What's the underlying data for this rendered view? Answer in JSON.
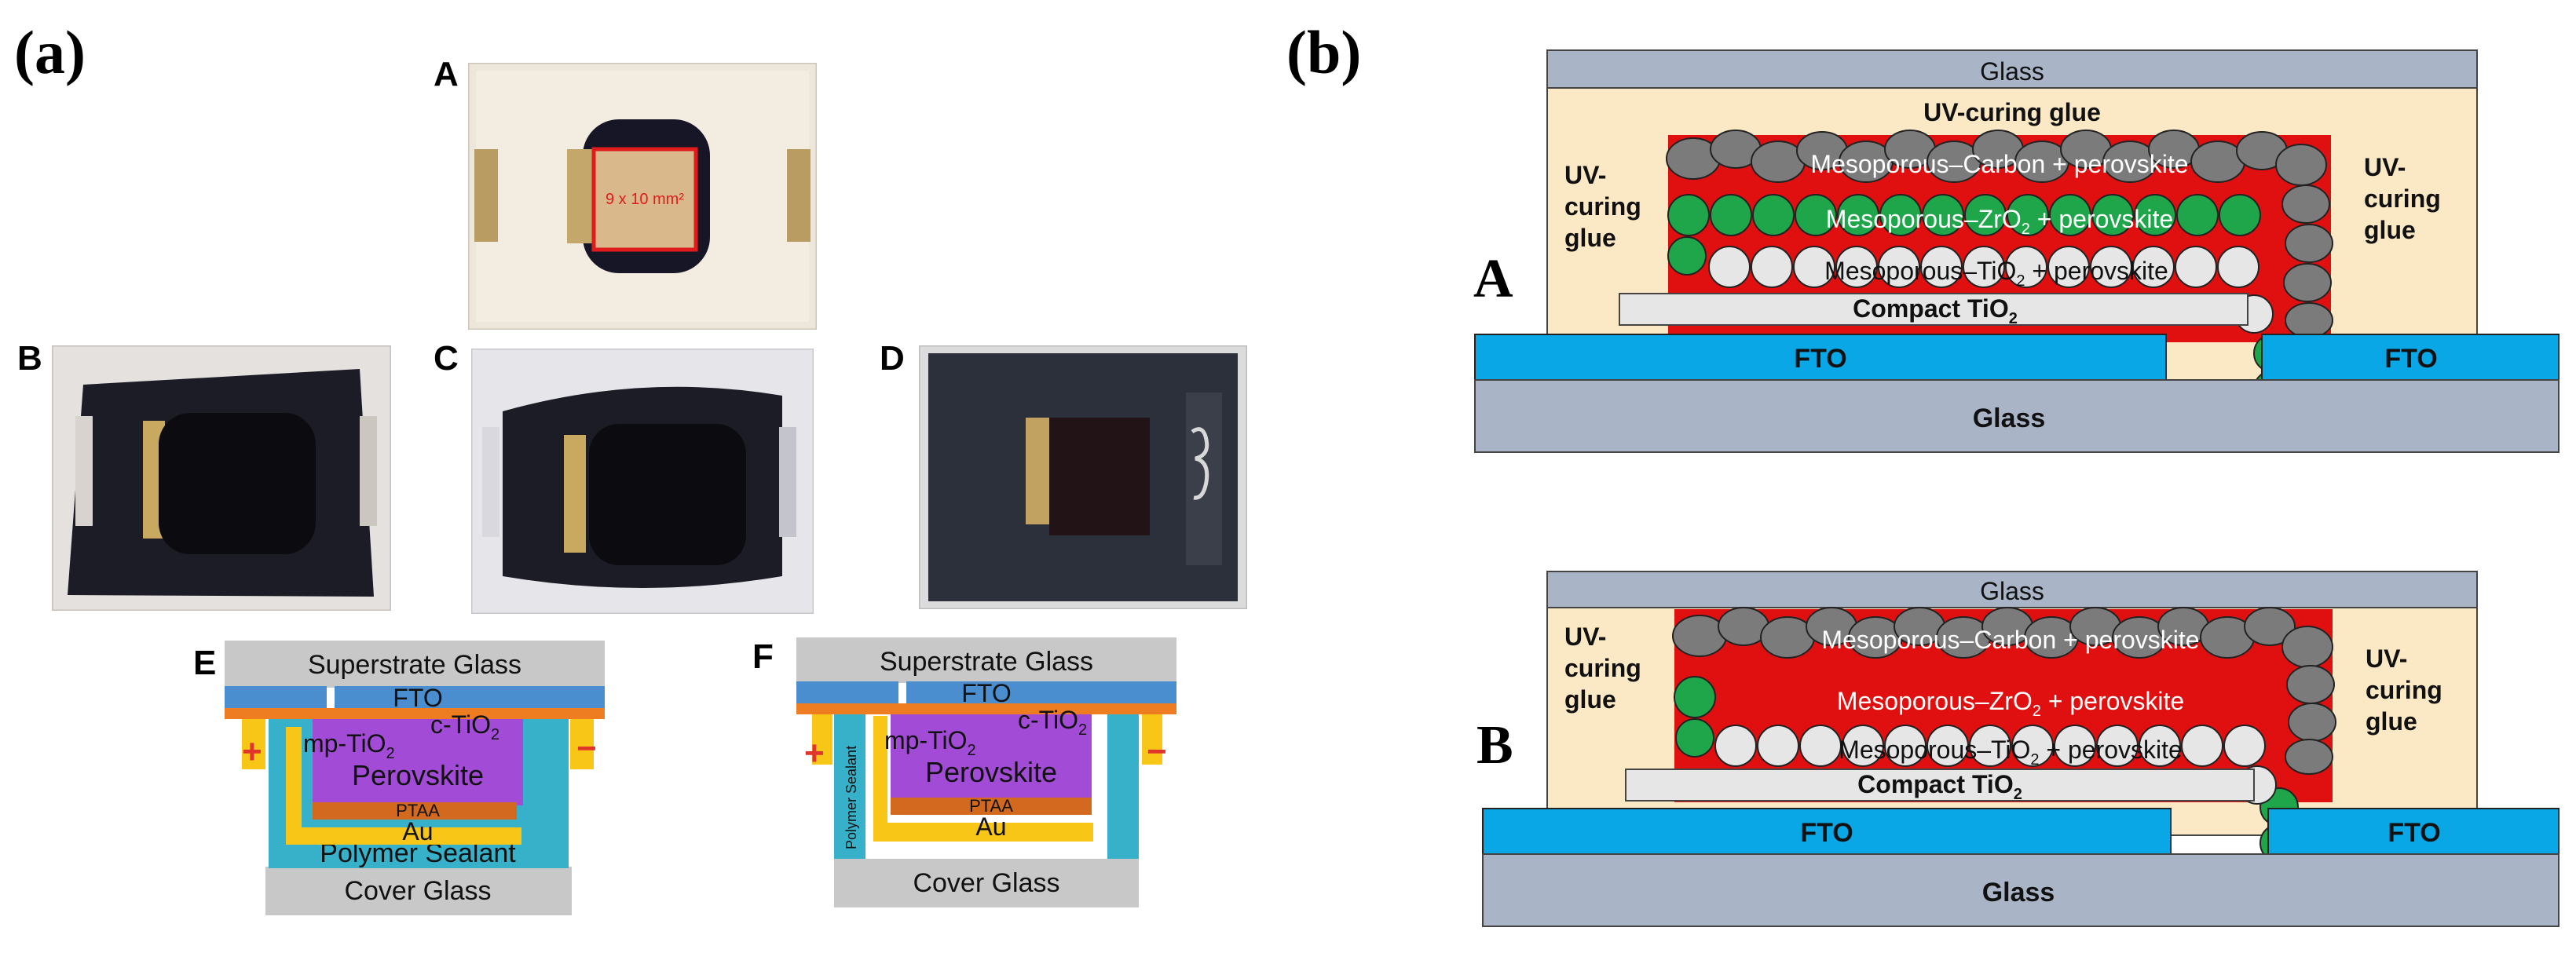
{
  "panel_a": {
    "label": "(a)",
    "photos": {
      "A": {
        "letter": "A",
        "size_text": "9 x 10 mm²"
      },
      "B": {
        "letter": "B"
      },
      "C": {
        "letter": "C"
      },
      "D": {
        "letter": "D"
      }
    },
    "E": {
      "letter": "E",
      "superstrate": "Superstrate Glass",
      "fto": "FTO",
      "c_tio2": "c-TiO",
      "c_tio2_sub": "2",
      "mp_tio2": "mp-TiO",
      "mp_tio2_sub": "2",
      "perovskite": "Perovskite",
      "ptaa": "PTAA",
      "au": "Au",
      "sealant": "Polymer Sealant",
      "cover": "Cover Glass",
      "plus": "+",
      "minus": "−"
    },
    "F": {
      "letter": "F",
      "superstrate": "Superstrate Glass",
      "fto": "FTO",
      "c_tio2": "c-TiO",
      "c_tio2_sub": "2",
      "mp_tio2": "mp-TiO",
      "mp_tio2_sub": "2",
      "perovskite": "Perovskite",
      "ptaa": "PTAA",
      "au": "Au",
      "sealant": "Polymer Sealant",
      "cover": "Cover Glass",
      "plus": "+",
      "minus": "−"
    }
  },
  "panel_b": {
    "label": "(b)",
    "A": {
      "letter": "A",
      "glass_top": "Glass",
      "uv_top": "UV-curing glue",
      "uv_left": [
        "UV-",
        "curing",
        "glue"
      ],
      "uv_right": [
        "UV-",
        "curing",
        "glue"
      ],
      "carbon": "Mesoporous–Carbon + perovskite",
      "zro2_a": "Mesoporous–ZrO",
      "zro2_sub": "2",
      "zro2_b": " + perovskite",
      "tio2_a": "Mesoporous–TiO",
      "tio2_sub": "2",
      "tio2_b": " + perovskite",
      "compact_a": "Compact TiO",
      "compact_sub": "2",
      "fto_left": "FTO",
      "fto_right": "FTO",
      "glass_bottom": "Glass"
    },
    "B": {
      "letter": "B",
      "glass_top": "Glass",
      "uv_left": [
        "UV-",
        "curing",
        "glue"
      ],
      "uv_right": [
        "UV-",
        "curing",
        "glue"
      ],
      "carbon": "Mesoporous–Carbon + perovskite",
      "zro2_a": "Mesoporous–ZrO",
      "zro2_sub": "2",
      "zro2_b": " + perovskite",
      "tio2_a": "Mesoporous–TiO",
      "tio2_sub": "2",
      "tio2_b": " + perovskite",
      "compact_a": "Compact TiO",
      "compact_sub": "2",
      "fto_left": "FTO",
      "fto_right": "FTO",
      "glass_bottom": "Glass"
    }
  },
  "colors": {
    "glass": "#a9b4c6",
    "uv_glue": "#fbe8c4",
    "fto_blue": "#0aa7e6",
    "carbon_grey": "#7b7b7b",
    "zro2_green": "#1fa64b",
    "tio2_white": "#e6e6e6",
    "perovskite_red": "#e01010",
    "e_purple": "#a24bd6",
    "e_ptaa": "#d2691e",
    "e_au": "#f7c617",
    "e_sealant": "#36b1c9",
    "e_fto": "#4a8ed0",
    "e_orange": "#ee7d22",
    "e_grey": "#c8c8c8"
  }
}
